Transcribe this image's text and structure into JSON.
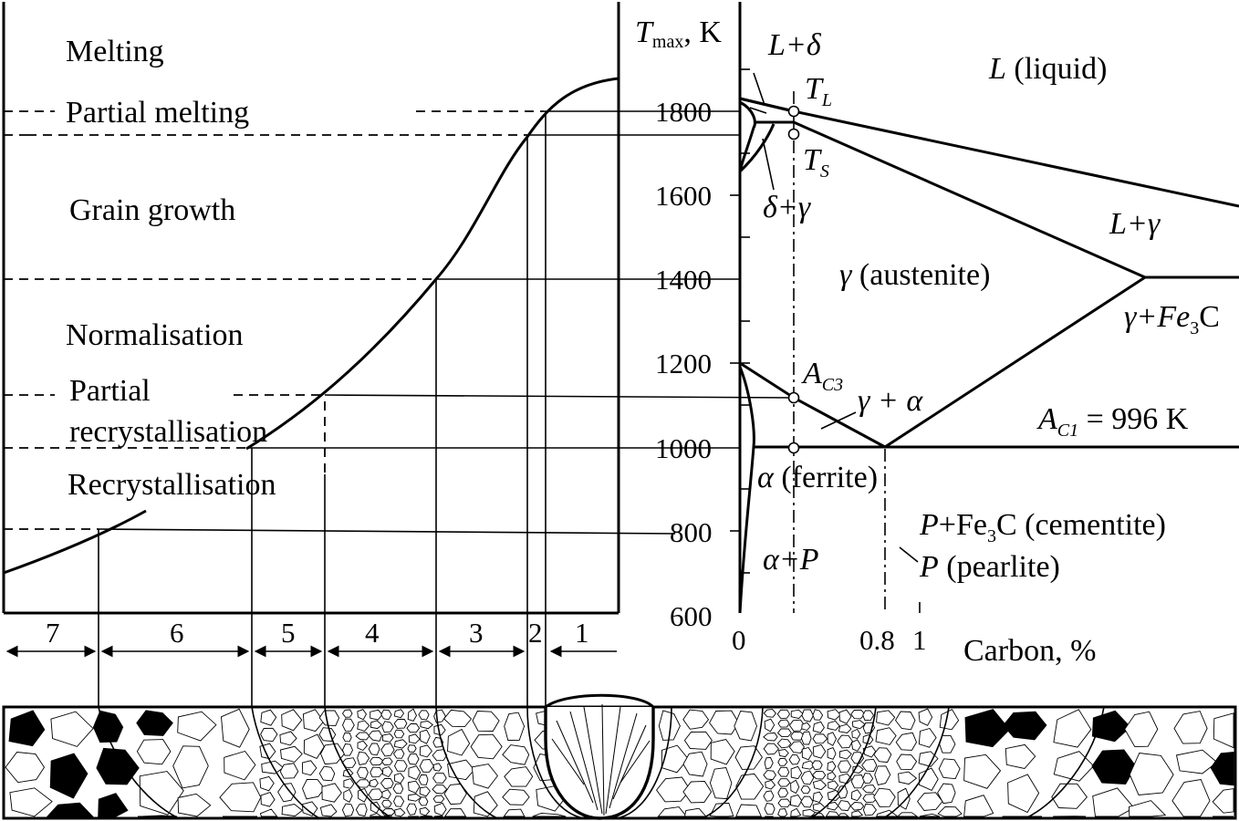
{
  "zones": {
    "melting": "Melting",
    "partial_melting": "Partial melting",
    "grain_growth": "Grain growth",
    "normalisation": "Normalisation",
    "partial_recryst_line1": "Partial",
    "partial_recryst_line2": "recrystallisation",
    "recrystallisation": "Recrystallisation"
  },
  "temperature_axis": {
    "label_main": "T",
    "label_sub": "max",
    "label_unit": ", K",
    "ticks": [
      "1800",
      "1600",
      "1400",
      "1200",
      "1000",
      "800",
      "600"
    ]
  },
  "carbon_axis": {
    "label": "Carbon, %",
    "ticks": [
      "0",
      "0.8",
      "1"
    ]
  },
  "phase_labels": {
    "liquid_sym": "L",
    "liquid_word": " (liquid)",
    "l_delta": "L+δ",
    "tl": "T",
    "tl_sub": "L",
    "ts": "T",
    "ts_sub": "S",
    "delta_gamma": "δ+γ",
    "l_gamma": "L+γ",
    "austenite_sym": "γ",
    "austenite_word": " (austenite)",
    "gamma_fe3c_a": "γ+Fe",
    "gamma_fe3c_sub": "3",
    "gamma_fe3c_b": "C",
    "ac3": "A",
    "ac3_sub": "C3",
    "gamma_alpha": "γ + α",
    "ac1": "A",
    "ac1_sub": "C1",
    "ac1_value": " = 996 K",
    "ferrite_sym": "α",
    "ferrite_word": " (ferrite)",
    "p_fe3c_a": "P",
    "p_fe3c_b": "+Fe",
    "p_fe3c_sub": "3",
    "p_fe3c_c": "C (cementite)",
    "pearlite_sym": "P",
    "pearlite_word": " (pearlite)",
    "alpha_p": "α+P"
  },
  "zone_numbers": [
    "7",
    "6",
    "5",
    "4",
    "3",
    "2",
    "1"
  ]
}
